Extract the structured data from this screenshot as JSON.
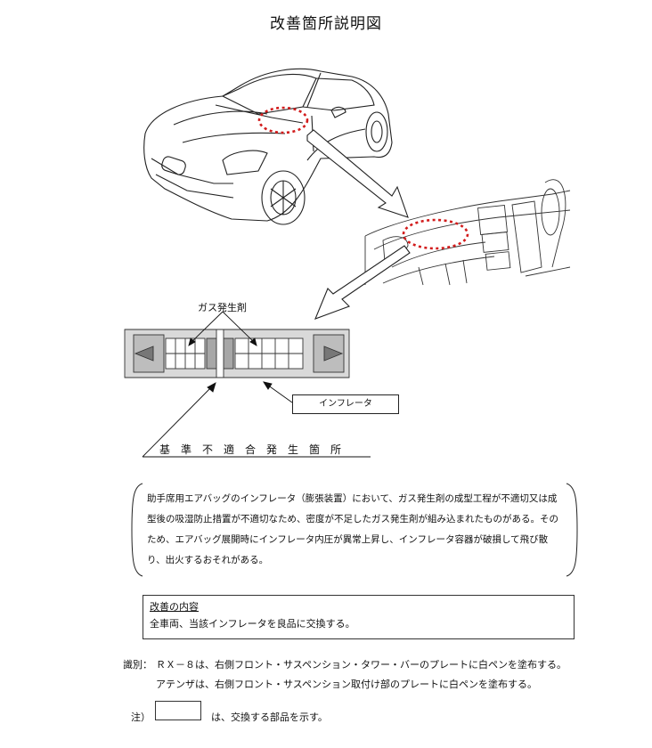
{
  "title": "改善箇所説明図",
  "gas_label": "ガス発生剤",
  "inflator_label": "インフレータ",
  "nonconformity_label": "基準不適合発生箇所",
  "description": "助手席用エアバッグのインフレータ（膨張装置）において、ガス発生剤の成型工程が不適切又は成型後の吸湿防止措置が不適切なため、密度が不足したガス発生剤が組み込まれたものがある。そのため、エアバッグ展開時にインフレータ内圧が異常上昇し、インフレータ容器が破損して飛び散り、出火するおそれがある。",
  "improvement": {
    "heading": "改善の内容",
    "body": "全車両、当該インフレータを良品に交換する。"
  },
  "identification": {
    "label": "識別：",
    "line1": "ＲＸ－８は、右側フロント・サスペンション・タワー・バーのプレートに白ペンを塗布する。",
    "line2": "アテンザは、右側フロント・サスペンション取付け部のプレートに白ペンを塗布する。"
  },
  "note": {
    "label": "注）",
    "text": "は、交換する部品を示す。"
  },
  "colors": {
    "highlight_dots": "#d21c1c",
    "line": "#222222"
  }
}
